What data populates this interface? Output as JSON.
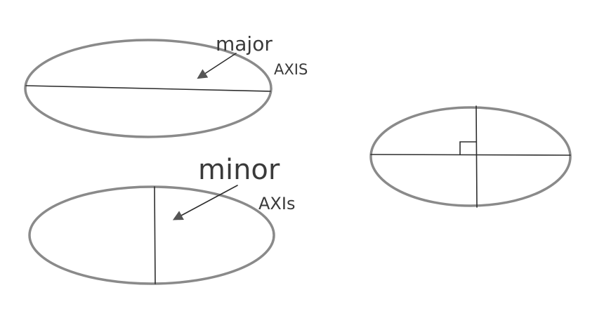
{
  "labels": {
    "major_word": "major",
    "major_axis": "AXIS",
    "minor_word": "minor",
    "minor_axis": "AXIs"
  },
  "colors": {
    "ellipse_stroke": "#8a8a8a",
    "line": "#2e2e2e",
    "text": "#3a3a3a"
  }
}
